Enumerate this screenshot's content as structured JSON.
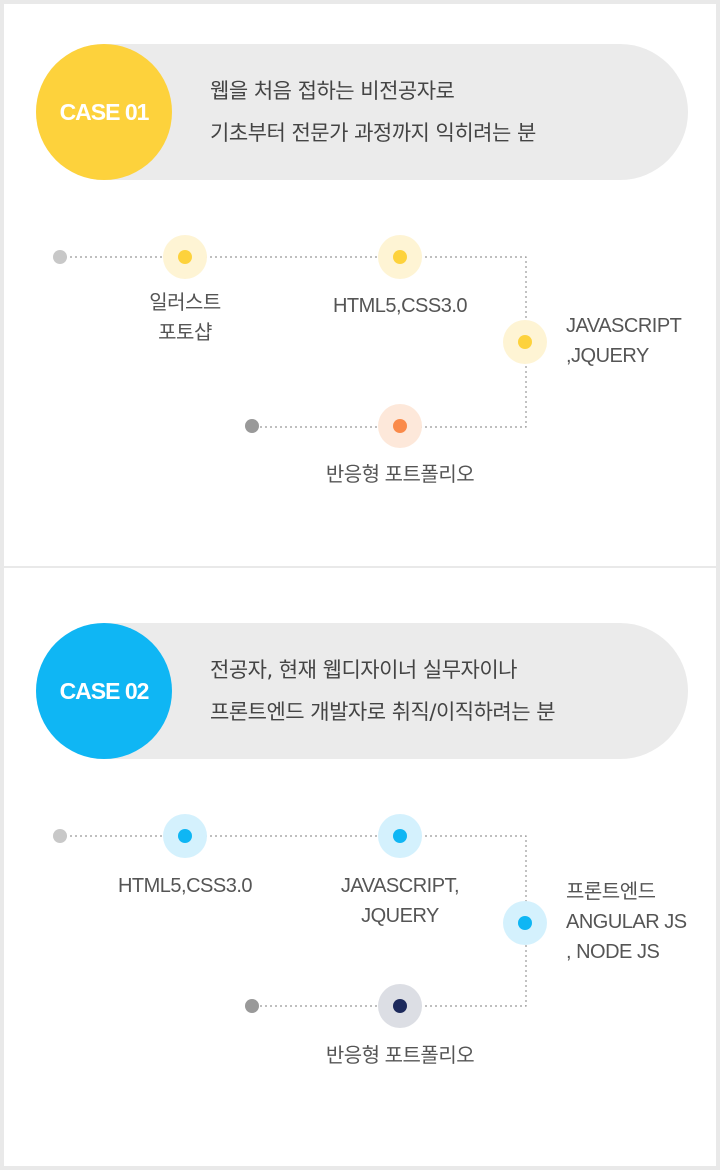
{
  "case1": {
    "badge": "CASE 01",
    "badge_color": "#fdd23c",
    "desc_line1": "웹을 처음 접하는 비전공자로",
    "desc_line2": "기초부터 전문가 과정까지 익히려는 분",
    "step1_line1": "일러스트",
    "step1_line2": "포토샵",
    "step2": "HTML5,CSS3.0",
    "step3_line1": "JAVASCRIPT",
    "step3_line2": ",JQUERY",
    "step4": "반응형 포트폴리오",
    "node_color": "#fdd23c",
    "node_halo": "#fef4d4",
    "final_color": "#fa8a4a",
    "final_halo": "#fde8da"
  },
  "case2": {
    "badge": "CASE 02",
    "badge_color": "#0fb6f4",
    "desc_line1": "전공자, 현재 웹디자이너 실무자이나",
    "desc_line2": "프론트엔드 개발자로 취직/이직하려는 분",
    "step1": "HTML5,CSS3.0",
    "step2_line1": "JAVASCRIPT,",
    "step2_line2": "JQUERY",
    "step3_line1": "프론트엔드",
    "step3_line2": "ANGULAR JS",
    "step3_line3": ", NODE JS",
    "step4": "반응형 포트폴리오",
    "node_color": "#0fb6f4",
    "node_halo": "#d4f1fd",
    "final_color": "#1d2a5c",
    "final_halo": "#dcdee4"
  }
}
